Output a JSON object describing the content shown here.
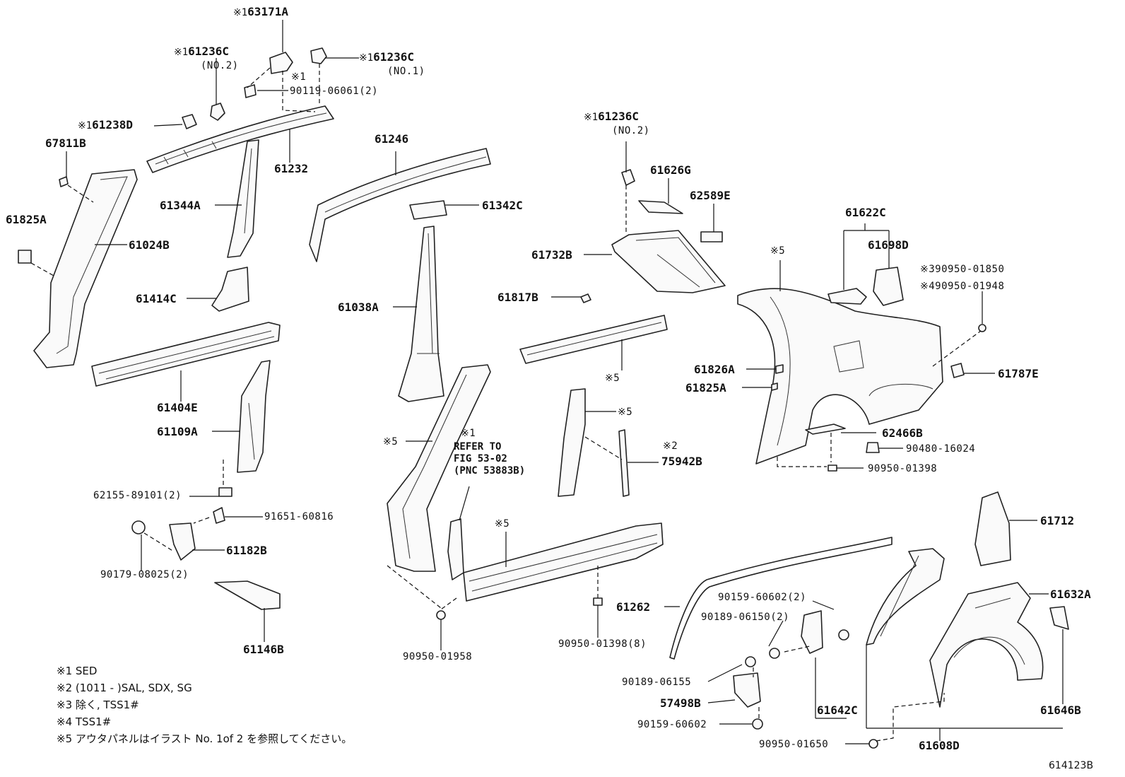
{
  "figure_code": "614123B",
  "labels": {
    "p63171A": {
      "mark": "※1",
      "pn": "63171A"
    },
    "p61236C_no2_left": {
      "mark": "※1",
      "pn": "61236C"
    },
    "no2_left": "(NO.2)",
    "p61236C_no1": {
      "mark": "※1",
      "pn": "61236C"
    },
    "no1": "(NO.1)",
    "mark_90119": "※1",
    "p90119": "90119-06061(2)",
    "p61238D": {
      "mark": "※1",
      "pn": "61238D"
    },
    "p67811B": "67811B",
    "p61232": "61232",
    "p61825A_left": "61825A",
    "p61344A": "61344A",
    "p61024B": "61024B",
    "p61414C": "61414C",
    "p61404E": "61404E",
    "p61109A": "61109A",
    "p62155": "62155-89101(2)",
    "p91651": "91651-60816",
    "p61182B": "61182B",
    "p90179": "90179-08025(2)",
    "p61146B": "61146B",
    "p61246": "61246",
    "p61342C": "61342C",
    "p61038A": "61038A",
    "mark5_a": "※5",
    "mark1_refer": "※1",
    "refer_text": "REFER TO\nFIG 53-02\n(PNC 53883B)",
    "mark5_b": "※5",
    "p90950_01958": "90950-01958",
    "p61236C_no2_mid": {
      "mark": "※1",
      "pn": "61236C"
    },
    "no2_mid": "(NO.2)",
    "p61626G": "61626G",
    "p62589E": "62589E",
    "p61732B": "61732B",
    "p61817B": "61817B",
    "mark5_c": "※5",
    "mark5_d": "※5",
    "mark2": "※2",
    "p75942B": "75942B",
    "p90950_01398_8": "90950-01398(8)",
    "p61262": "61262",
    "p61622C": "61622C",
    "p61698D": "61698D",
    "mark5_e": "※5",
    "p90950_01850": {
      "mark": "※3",
      "pn": "90950-01850"
    },
    "p90950_01948": {
      "mark": "※4",
      "pn": "90950-01948"
    },
    "p61826A": "61826A",
    "p61825A_right": "61825A",
    "p61787E": "61787E",
    "p62466B": "62466B",
    "p90480": "90480-16024",
    "p90950_01398": "90950-01398",
    "p61712": "61712",
    "p61632A": "61632A",
    "p90159_2": "90159-60602(2)",
    "p90189_06150": "90189-06150(2)",
    "p90189_06155": "90189-06155",
    "p57498B": "57498B",
    "p90159": "90159-60602",
    "p61642C": "61642C",
    "p61646B": "61646B",
    "p90950_01650": "90950-01650",
    "p61608D": "61608D"
  },
  "notes": [
    "※1 SED",
    "※2 (1011 -      )SAL, SDX, SG",
    "※3 除く, TSS1#",
    "※4 TSS1#",
    "※5 アウタパネルはイラスト No. 1of 2 を参照してください。"
  ]
}
